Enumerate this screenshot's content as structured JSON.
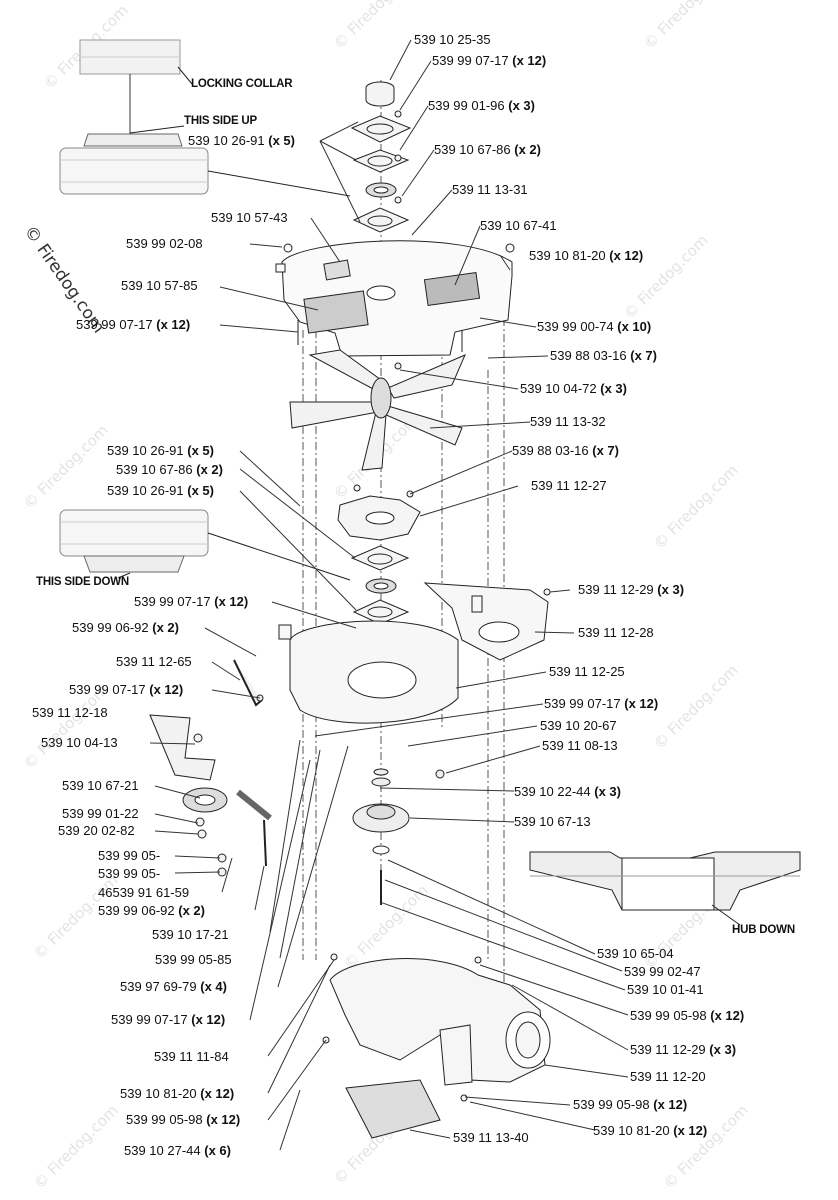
{
  "watermark": {
    "text": "© Firedog.com",
    "side_text": "© Firedog.com"
  },
  "notes": {
    "locking_collar": "LOCKING COLLAR",
    "this_side_up": "THIS SIDE UP",
    "this_side_down": "THIS SIDE DOWN",
    "hub_down": "HUB DOWN"
  },
  "parts": [
    {
      "num": "539 10 25-35",
      "qty": ""
    },
    {
      "num": "539 99 07-17",
      "qty": "(x 12)"
    },
    {
      "num": "539 99 01-96",
      "qty": "(x 3)"
    },
    {
      "num": "539 10 26-91",
      "qty": "(x 5)"
    },
    {
      "num": "539 10 67-86",
      "qty": "(x 2)"
    },
    {
      "num": "539 11 13-31",
      "qty": ""
    },
    {
      "num": "539 10 57-43",
      "qty": ""
    },
    {
      "num": "539 10 67-41",
      "qty": ""
    },
    {
      "num": "539 99 02-08",
      "qty": ""
    },
    {
      "num": "539 10 81-20",
      "qty": "(x 12)"
    },
    {
      "num": "539 10 57-85",
      "qty": ""
    },
    {
      "num": "539 99 07-17",
      "qty": "(x 12)"
    },
    {
      "num": "539 99 00-74",
      "qty": "(x 10)"
    },
    {
      "num": "539 88 03-16",
      "qty": "(x 7)"
    },
    {
      "num": "539 10 04-72",
      "qty": "(x 3)"
    },
    {
      "num": "539 11 13-32",
      "qty": ""
    },
    {
      "num": "539 10 26-91",
      "qty": "(x 5)"
    },
    {
      "num": "539 88 03-16",
      "qty": "(x 7)"
    },
    {
      "num": "539 10 67-86",
      "qty": "(x 2)"
    },
    {
      "num": "539 11 12-27",
      "qty": ""
    },
    {
      "num": "539 10 26-91",
      "qty": "(x 5)"
    },
    {
      "num": "539 11 12-29",
      "qty": "(x 3)"
    },
    {
      "num": "539 99 07-17",
      "qty": "(x 12)"
    },
    {
      "num": "539 11 12-28",
      "qty": ""
    },
    {
      "num": "539 99 06-92",
      "qty": "(x 2)"
    },
    {
      "num": "539 11 12-65",
      "qty": ""
    },
    {
      "num": "539 11 12-25",
      "qty": ""
    },
    {
      "num": "539 99 07-17",
      "qty": "(x 12)"
    },
    {
      "num": "539 99 07-17",
      "qty": "(x 12)"
    },
    {
      "num": "539 11 12-18",
      "qty": ""
    },
    {
      "num": "539 10 20-67",
      "qty": ""
    },
    {
      "num": "539 10 04-13",
      "qty": ""
    },
    {
      "num": "539 11 08-13",
      "qty": ""
    },
    {
      "num": "539 10 67-21",
      "qty": ""
    },
    {
      "num": "539 10 22-44",
      "qty": "(x 3)"
    },
    {
      "num": "539 99 01-22",
      "qty": ""
    },
    {
      "num": "539 10 67-13",
      "qty": ""
    },
    {
      "num": "539 20 02-82",
      "qty": ""
    },
    {
      "num": "539 99 05-",
      "qty": ""
    },
    {
      "num": "539 99 05-",
      "qty": ""
    },
    {
      "num": "46539 91 61-59",
      "qty": ""
    },
    {
      "num": "539 99 06-92",
      "qty": "(x 2)"
    },
    {
      "num": "539 10 17-21",
      "qty": ""
    },
    {
      "num": "539 99 05-85",
      "qty": ""
    },
    {
      "num": "539 10 65-04",
      "qty": ""
    },
    {
      "num": "539 99 02-47",
      "qty": ""
    },
    {
      "num": "539 97 69-79",
      "qty": "(x 4)"
    },
    {
      "num": "539 10 01-41",
      "qty": ""
    },
    {
      "num": "539 99 07-17",
      "qty": "(x 12)"
    },
    {
      "num": "539 99 05-98",
      "qty": "(x 12)"
    },
    {
      "num": "539 11 11-84",
      "qty": ""
    },
    {
      "num": "539 11 12-29",
      "qty": "(x 3)"
    },
    {
      "num": "539 11 12-20",
      "qty": ""
    },
    {
      "num": "539 10 81-20",
      "qty": "(x 12)"
    },
    {
      "num": "539 99 05-98",
      "qty": "(x 12)"
    },
    {
      "num": "539 99 05-98",
      "qty": "(x 12)"
    },
    {
      "num": "539 10 81-20",
      "qty": "(x 12)"
    },
    {
      "num": "539 11 13-40",
      "qty": ""
    },
    {
      "num": "539 10 27-44",
      "qty": "(x 6)"
    }
  ]
}
